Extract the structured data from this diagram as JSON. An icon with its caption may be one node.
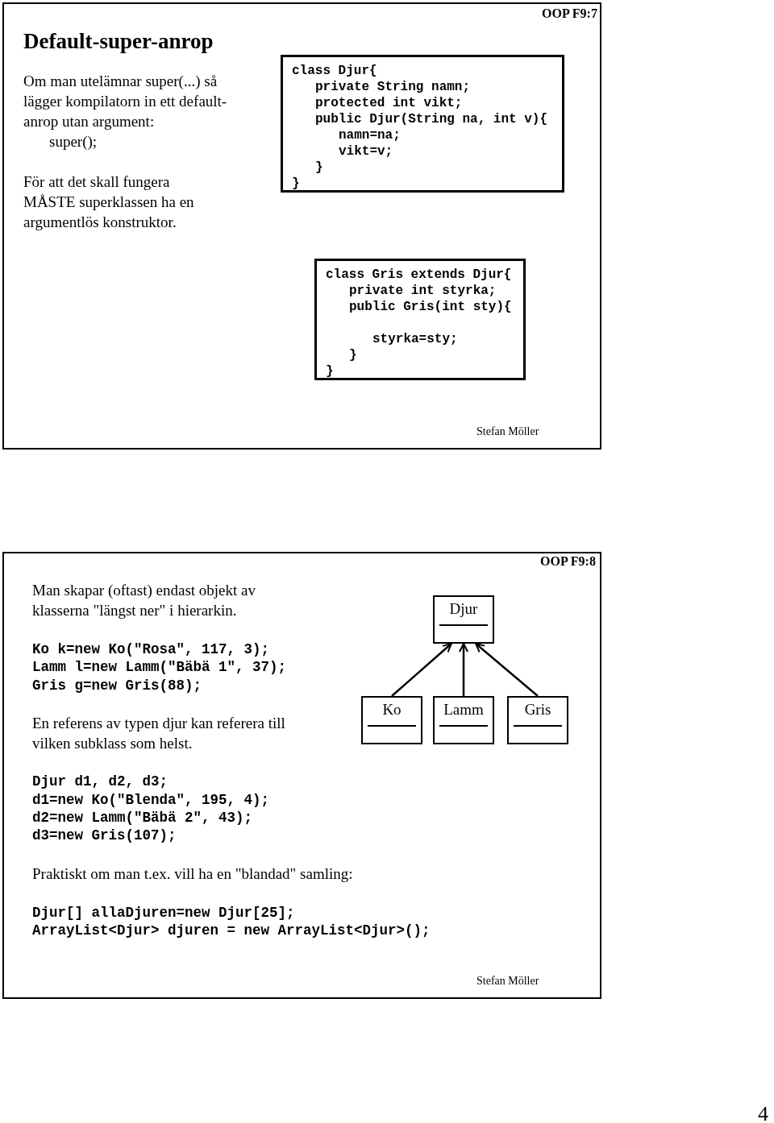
{
  "diagram": {
    "title": "Default-super-anrop",
    "nodes": [
      {
        "text": [
          "class Djur{",
          "private String namn;",
          "protected int vikt;",
          "public Djur(String na, int v){",
          "namn=na;",
          "vikt=v;",
          "}",
          "}"
        ]
      },
      {
        "text": [
          "class Gris extends Djur{",
          "private int styrka;",
          "public Gris(int sty){",
          "styrka=sty;",
          "}",
          "}"
        ]
      },
      {
        "text": [
          "Djur"
        ]
      },
      {
        "text": [
          "Ko"
        ]
      },
      {
        "text": [
          "Lamm"
        ]
      },
      {
        "text": [
          "Gris"
        ]
      }
    ],
    "edges": [
      {
        "from": 3,
        "to": 2,
        "arrow": "to"
      },
      {
        "from": 4,
        "to": 2,
        "arrow": "to"
      },
      {
        "from": 5,
        "to": 2,
        "arrow": "to"
      }
    ],
    "labels": [
      "OOP F9:7",
      "Om man utelämnar super(...) så lägger kompilatorn in ett default-anrop utan argument:",
      "super();",
      "För att det skall fungera MÅSTE superklassen ha en argumentlös konstruktor.",
      "Stefan Möller",
      "OOP F9:8",
      "Man skapar (oftast) endast objekt av klasserna \"längst ner\" i hierarkin.",
      "Ko k=new Ko(\"Rosa\", 117, 3);",
      "Lamm l=new Lamm(\"Bäbä 1\", 37);",
      "Gris g=new Gris(88);",
      "En referens av typen djur kan referera till vilken subklass som helst.",
      "Djur d1, d2, d3;",
      "d1=new Ko(\"Blenda\", 195, 4);",
      "d2=new Lamm(\"Bäbä 2\", 43);",
      "d3=new Gris(107);",
      "Praktiskt om man t.ex. vill ha en \"blandad\" samling:",
      "Djur[] allaDjuren=new Djur[25];",
      "ArrayList<Djur> djuren = new ArrayList<Djur>();",
      "Stefan Möller",
      "4"
    ]
  }
}
